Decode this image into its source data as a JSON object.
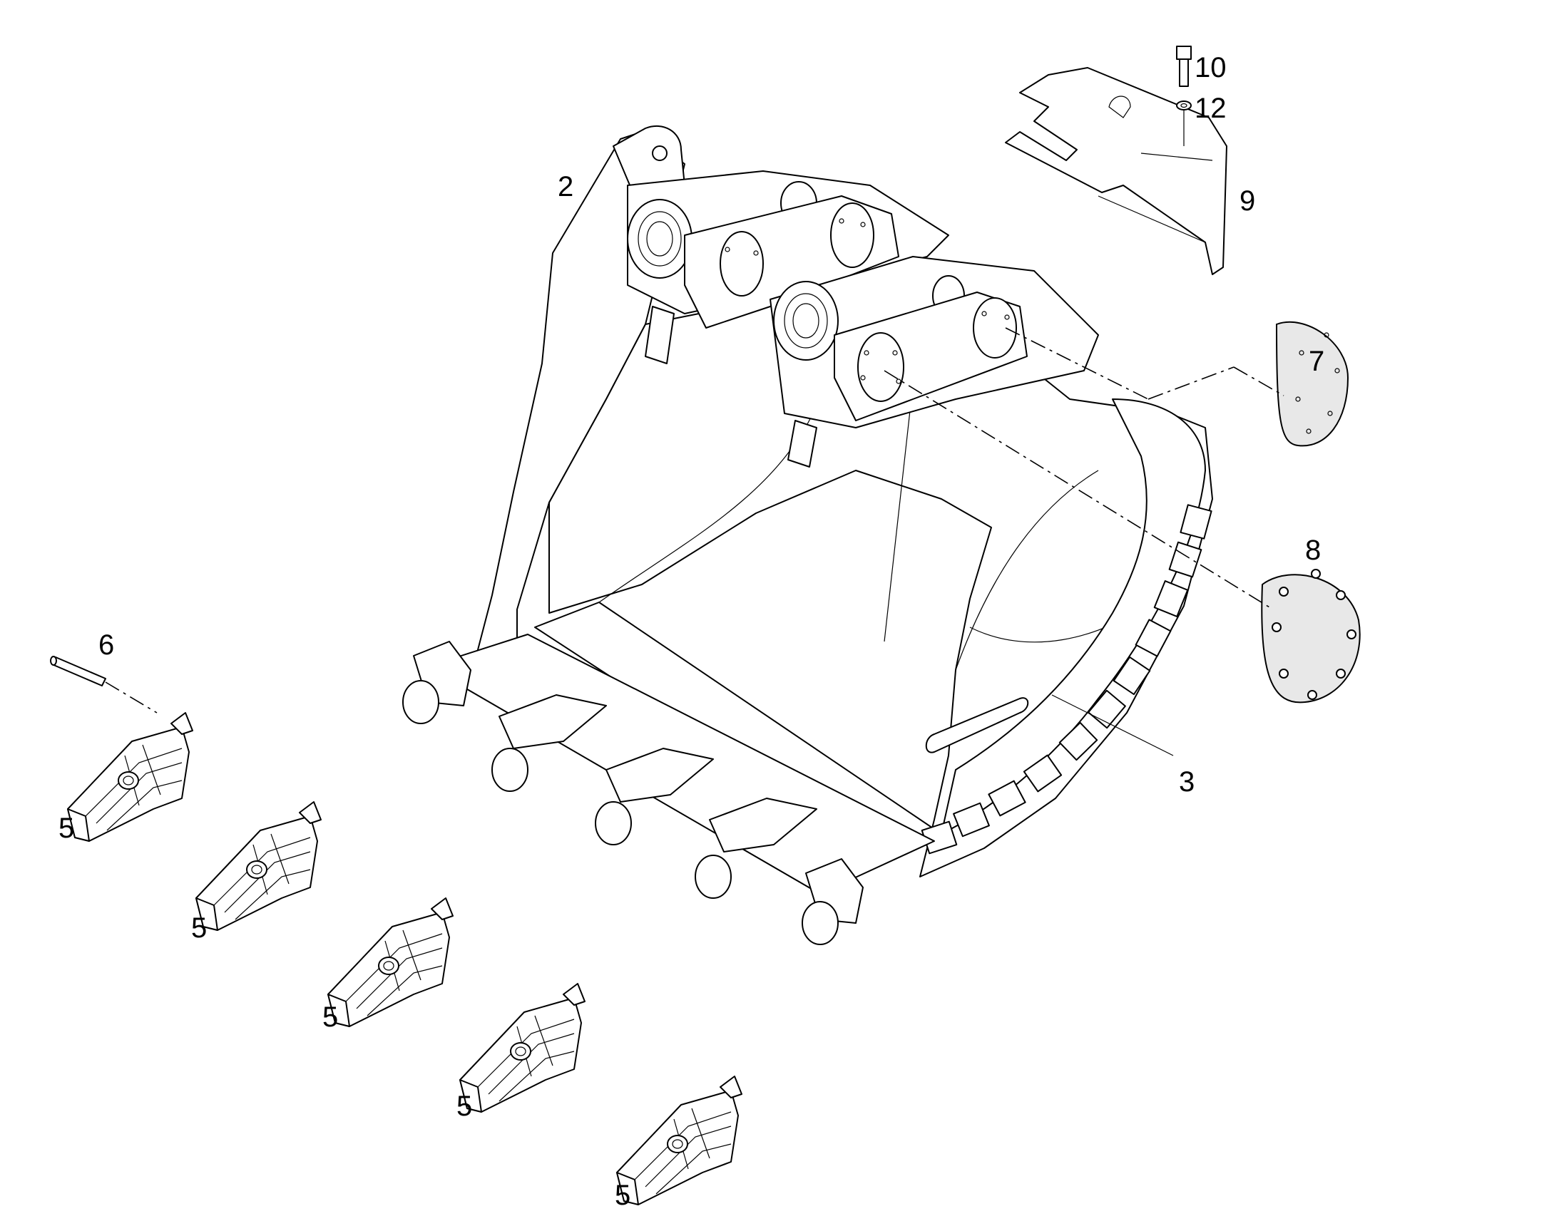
{
  "callouts": {
    "c2": "2",
    "c3": "3",
    "c5": "5",
    "c6": "6",
    "c7": "7",
    "c8": "8",
    "c9": "9",
    "c10": "10",
    "c12": "12"
  },
  "colors": {
    "line": "#000000",
    "background": "#ffffff",
    "part_fill": "#e8e8e8"
  }
}
